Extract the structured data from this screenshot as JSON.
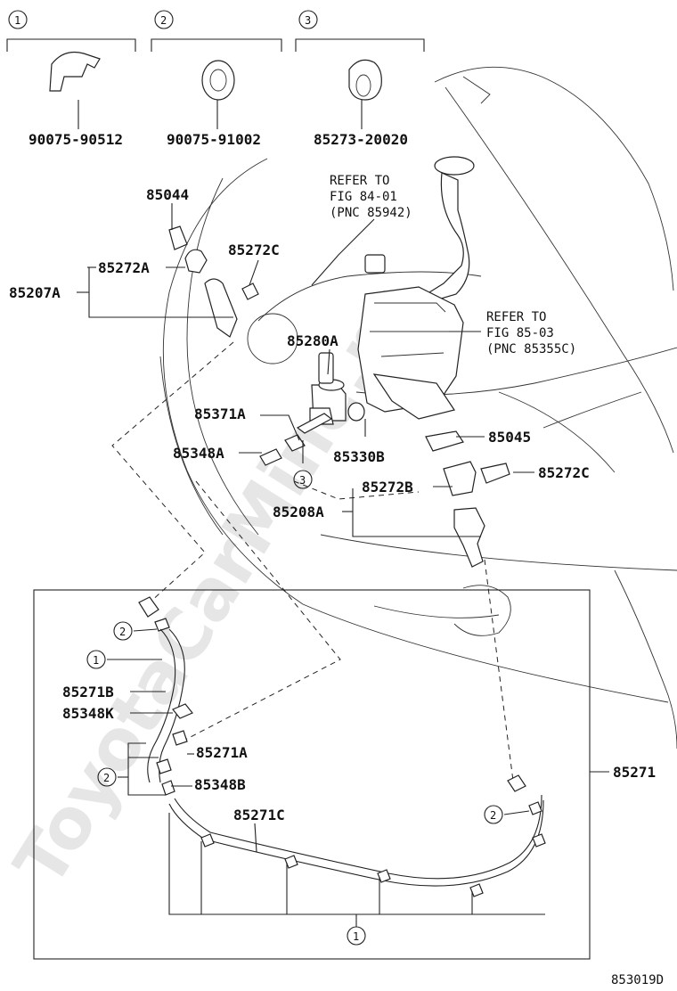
{
  "callouts": {
    "c1": "1",
    "c2": "2",
    "c3": "3",
    "p90075_90512": "90075-90512",
    "p90075_91002": "90075-91002",
    "p85273_20020": "85273-20020",
    "p85044": "85044",
    "p85272A": "85272A",
    "p85272C_top": "85272C",
    "p85207A": "85207A",
    "refer1_l1": "REFER TO",
    "refer1_l2": "FIG 84-01",
    "refer1_l3": "(PNC 85942)",
    "refer2_l1": "REFER TO",
    "refer2_l2": "FIG 85-03",
    "refer2_l3": "(PNC 85355C)",
    "p85280A": "85280A",
    "p85371A": "85371A",
    "p85348A": "85348A",
    "p85330B": "85330B",
    "p85045": "85045",
    "p85272C_mid": "85272C",
    "p85272B": "85272B",
    "p85208A": "85208A",
    "p85271B": "85271B",
    "p85348K": "85348K",
    "p85271A": "85271A",
    "p85348B": "85348B",
    "p85271C": "85271C",
    "p85271": "85271",
    "ref3": "3",
    "ref2_a": "2",
    "ref1_a": "1",
    "ref2_b": "2",
    "ref2_c": "2",
    "ref1_b": "1",
    "fig_no": "853019D"
  },
  "watermark": "ToyotaCarMine.ru"
}
